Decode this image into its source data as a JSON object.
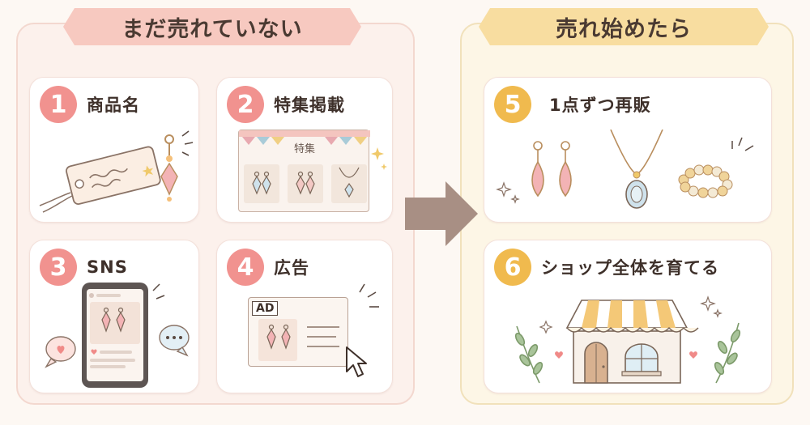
{
  "left_section": {
    "title": "まだ売れていない",
    "steps": [
      {
        "number": "1",
        "label": "商品名"
      },
      {
        "number": "2",
        "label": "特集掲載",
        "banner_text": "特集"
      },
      {
        "number": "3",
        "label": "SNS"
      },
      {
        "number": "4",
        "label": "広告",
        "ad_badge": "AD"
      }
    ]
  },
  "right_section": {
    "title": "売れ始めたら",
    "steps": [
      {
        "number": "5",
        "label": "1点ずつ再販"
      },
      {
        "number": "6",
        "label": "ショップ全体を育てる"
      }
    ]
  },
  "colors": {
    "left_accent": "#f1928f",
    "right_accent": "#f0ba4e",
    "arrow": "#a88f84"
  },
  "icons": {
    "step1": "price-tag-earring-icon",
    "step2": "feature-page-icon",
    "step3": "smartphone-sns-icon",
    "step4": "ad-banner-cursor-icon",
    "step5": "jewelry-items-icon",
    "step6": "shop-storefront-icon"
  }
}
